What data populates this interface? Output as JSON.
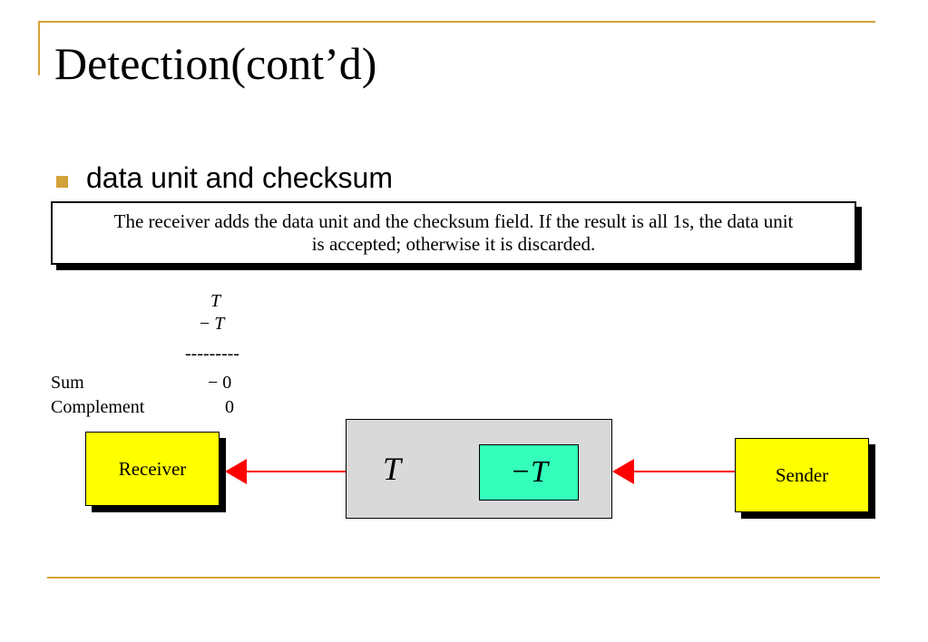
{
  "title": "Detection(cont’d)",
  "bullet": "data unit and checksum",
  "note": "The receiver adds the data unit and the checksum field. If the result is all 1s, the data unit is accepted;  otherwise it is discarded.",
  "calc": {
    "line1": "T",
    "line2_minus": "−",
    "line2_var": "T",
    "divider": "---------",
    "sum_label": "Sum",
    "sum_value": "− 0",
    "complement_label": "Complement",
    "complement_value": "0"
  },
  "diagram": {
    "receiver": "Receiver",
    "sender": "Sender",
    "data_unit": "T",
    "checksum": "−T"
  },
  "colors": {
    "accent": "#d4a23a",
    "box_fill": "#ffff00",
    "checksum_fill": "#33ffbb",
    "unit_fill": "#d9d9d9",
    "arrow": "#ff0000"
  }
}
